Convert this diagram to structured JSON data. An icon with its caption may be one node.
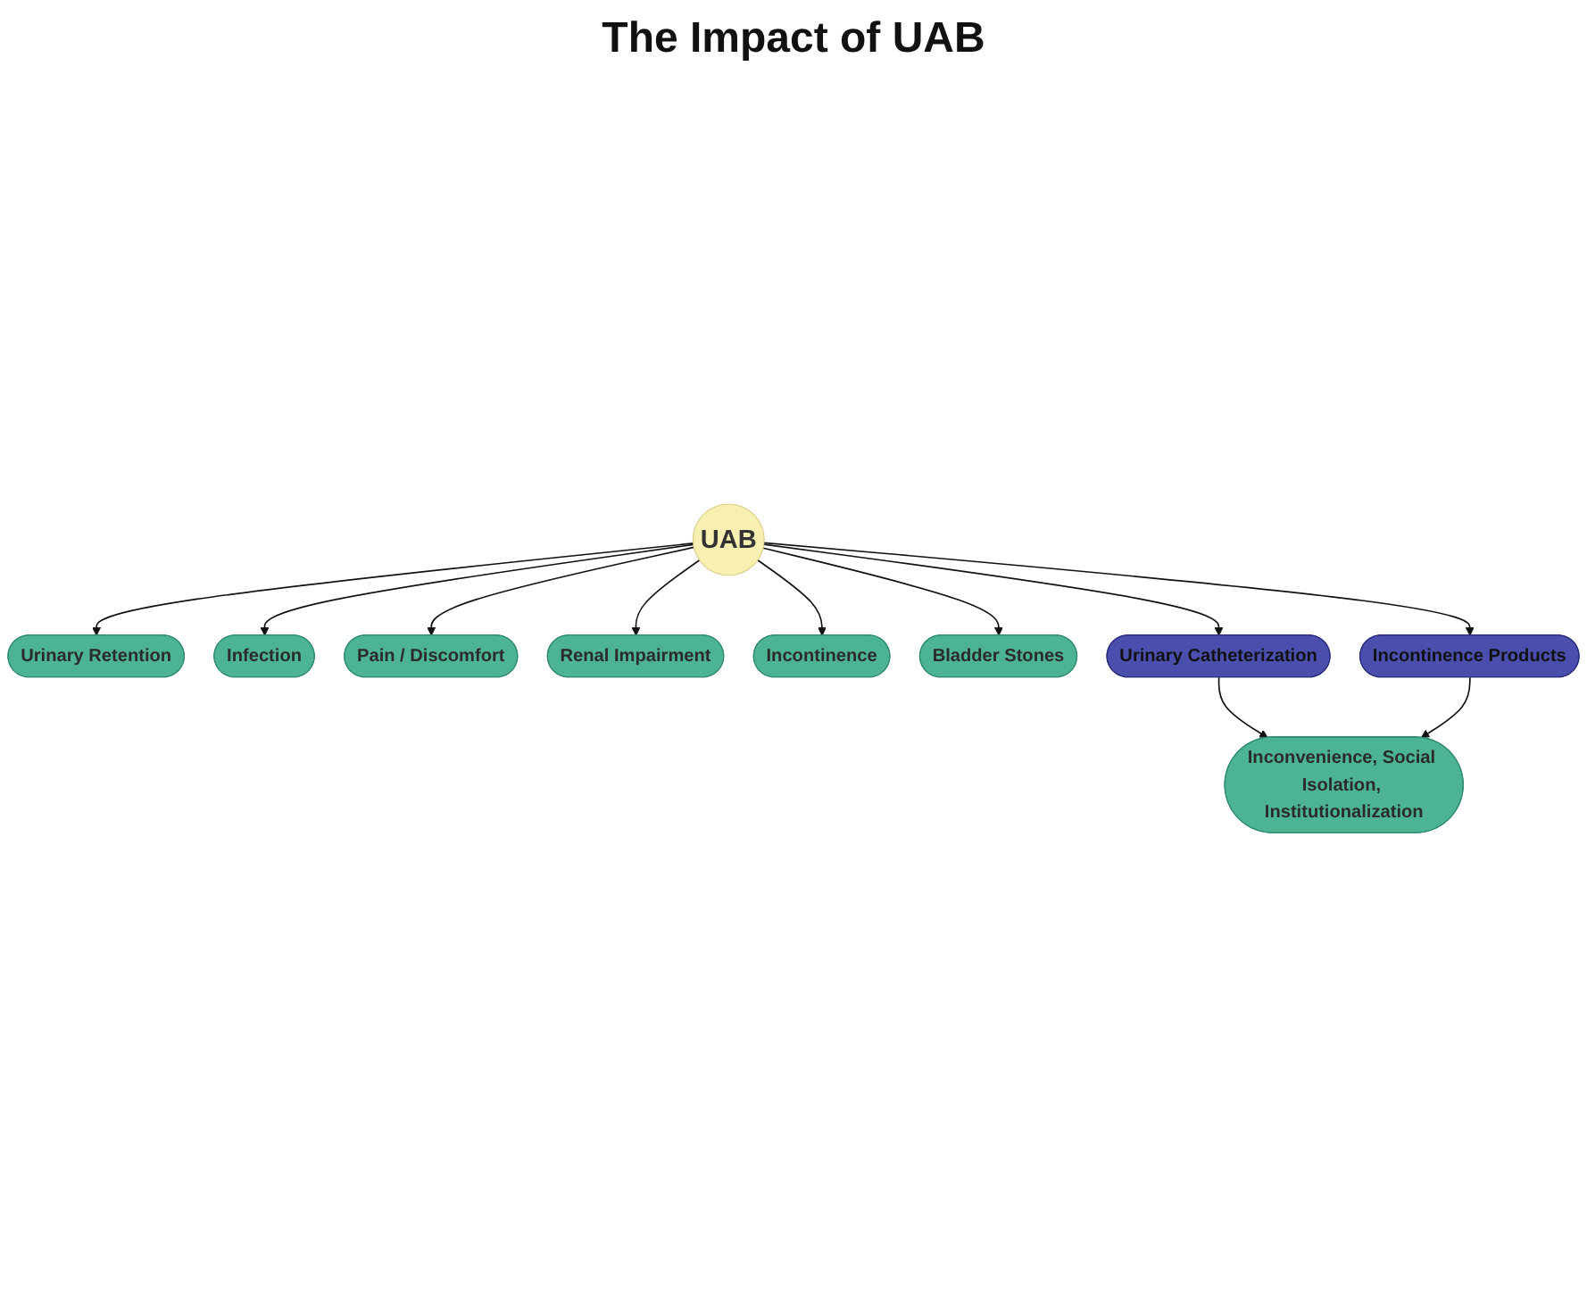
{
  "diagram": {
    "title": "The Impact of UAB",
    "nodes": [
      {
        "text": [
          "Urinary Retention"
        ]
      },
      {
        "text": [
          "Infection"
        ]
      },
      {
        "text": [
          "Pain / Discomfort"
        ]
      },
      {
        "text": [
          "UAB"
        ]
      },
      {
        "text": [
          "Renal Impairment"
        ]
      },
      {
        "text": [
          "Incontinence"
        ]
      },
      {
        "text": [
          "Bladder Stones"
        ]
      },
      {
        "text": [
          "Urinary Catheterization"
        ]
      },
      {
        "text": [
          "Incontinence Products"
        ]
      },
      {
        "text": [
          "Inconvenience, Social Isolation, Institutionalization"
        ]
      }
    ],
    "edges": [
      {
        "from": 3,
        "to": 0,
        "arrow": "to"
      },
      {
        "from": 3,
        "to": 2,
        "arrow": "to"
      },
      {
        "from": 3,
        "to": 5,
        "arrow": "to"
      },
      {
        "from": 3,
        "to": 1,
        "arrow": "to"
      },
      {
        "from": 3,
        "to": 4,
        "arrow": "to"
      },
      {
        "from": 3,
        "to": 6,
        "arrow": "to"
      },
      {
        "from": 3,
        "to": 7,
        "arrow": "to"
      },
      {
        "from": 3,
        "to": 8,
        "arrow": "to"
      },
      {
        "from": 7,
        "to": 9,
        "arrow": "to"
      },
      {
        "from": 8,
        "to": 9,
        "arrow": "to"
      }
    ]
  }
}
